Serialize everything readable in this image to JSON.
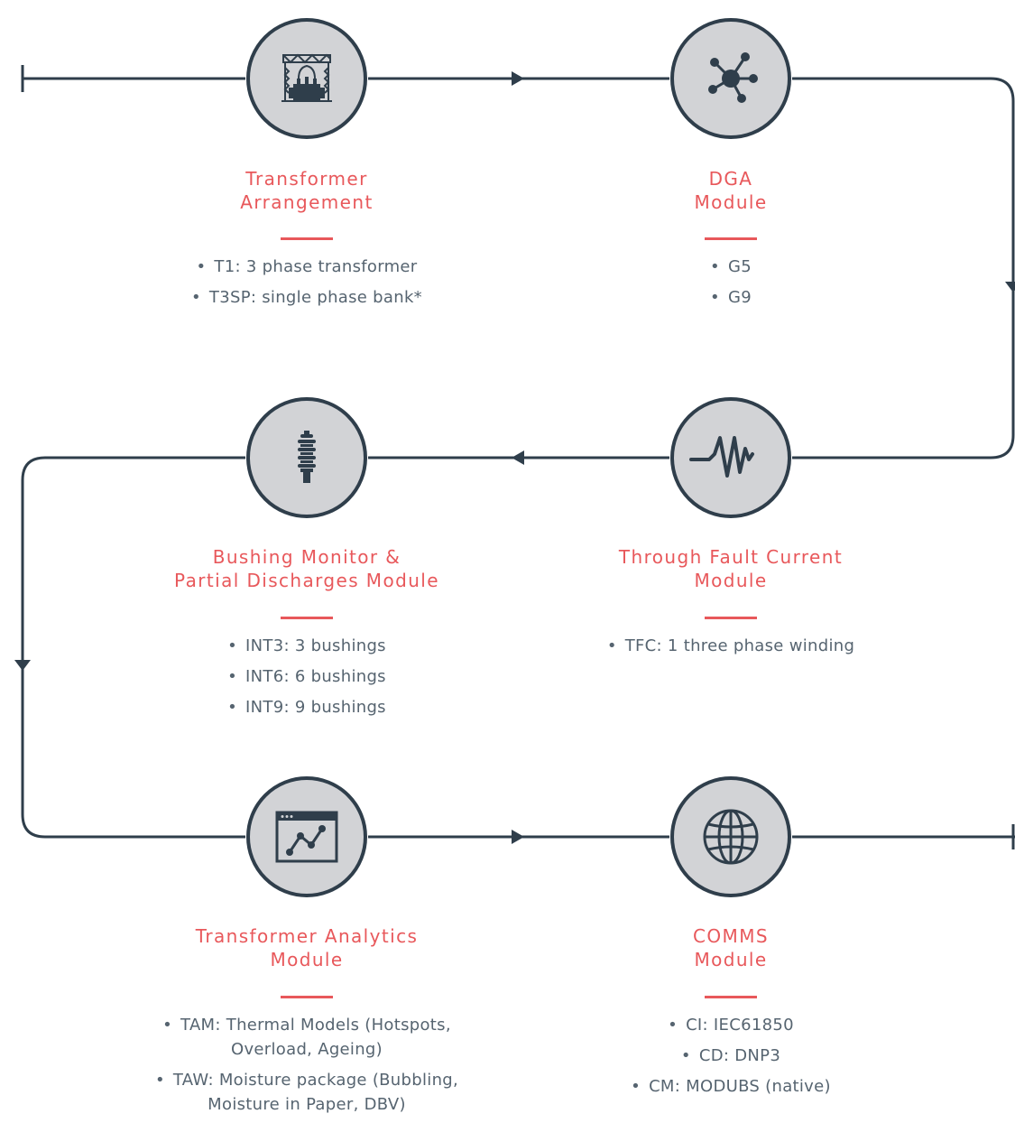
{
  "colors": {
    "line": "#2f3e4b",
    "circle_fill": "#d2d3d6",
    "accent": "#e8585b",
    "body_text": "#566470"
  },
  "modules": [
    {
      "icon": "transformer-icon",
      "title_lines": [
        "Transformer",
        "Arrangement"
      ],
      "bullets": [
        "T1: 3 phase transformer",
        "T3SP: single phase bank*"
      ]
    },
    {
      "icon": "network-node-icon",
      "title_lines": [
        "DGA",
        "Module"
      ],
      "bullets": [
        "G5",
        "G9"
      ]
    },
    {
      "icon": "bushing-icon",
      "title_lines": [
        "Bushing Monitor &",
        "Partial Discharges Module"
      ],
      "bullets": [
        "INT3: 3 bushings",
        "INT6: 6 bushings",
        "INT9: 9 bushings"
      ]
    },
    {
      "icon": "waveform-icon",
      "title_lines": [
        "Through Fault Current",
        "Module"
      ],
      "bullets": [
        "TFC: 1 three phase winding"
      ]
    },
    {
      "icon": "analytics-chart-icon",
      "title_lines": [
        "Transformer Analytics",
        "Module"
      ],
      "bullets": [
        "TAM: Thermal Models (Hotspots, Overload, Ageing)",
        "TAW: Moisture package (Bubbling, Moisture in Paper, DBV)"
      ]
    },
    {
      "icon": "globe-icon",
      "title_lines": [
        "COMMS",
        "Module"
      ],
      "bullets": [
        "CI: IEC61850",
        "CD: DNP3",
        "CM: MODUBS (native)"
      ]
    }
  ]
}
